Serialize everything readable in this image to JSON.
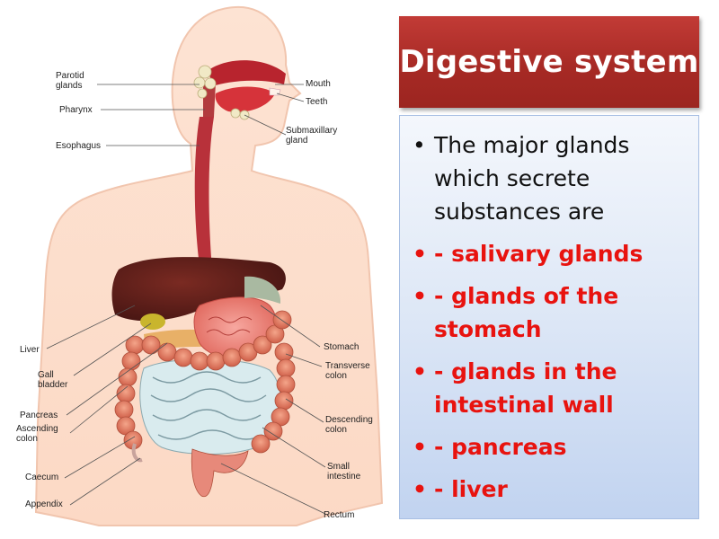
{
  "slide": {
    "title": "Digestive system",
    "bullet_glyph": "•",
    "intro": "The major glands which secrete substances are",
    "items": [
      "- salivary glands",
      "- glands of the stomach",
      "- glands in the intestinal wall",
      "- pancreas",
      "- liver"
    ]
  },
  "figure": {
    "labels": {
      "parotid": "Parotid",
      "parotid2": "glands",
      "pharynx": "Pharynx",
      "esophagus": "Esophagus",
      "liver": "Liver",
      "gall": "Gall",
      "gall2": "bladder",
      "pancreas": "Pancreas",
      "ascending": "Ascending",
      "ascending2": "colon",
      "caecum": "Caecum",
      "appendix": "Appendix",
      "mouth": "Mouth",
      "teeth": "Teeth",
      "submax": "Submaxillary",
      "submax2": "gland",
      "stomach": "Stomach",
      "transverse": "Transverse",
      "transverse2": "colon",
      "descending": "Descending",
      "descending2": "colon",
      "small": "Small",
      "small2": "intestine",
      "rectum": "Rectum"
    }
  },
  "colors": {
    "title_bg": "#a72a25",
    "title_text": "#ffffff",
    "highlight_text": "#e8130f",
    "body_text": "#111111",
    "panel_border": "#a8bfe3"
  }
}
